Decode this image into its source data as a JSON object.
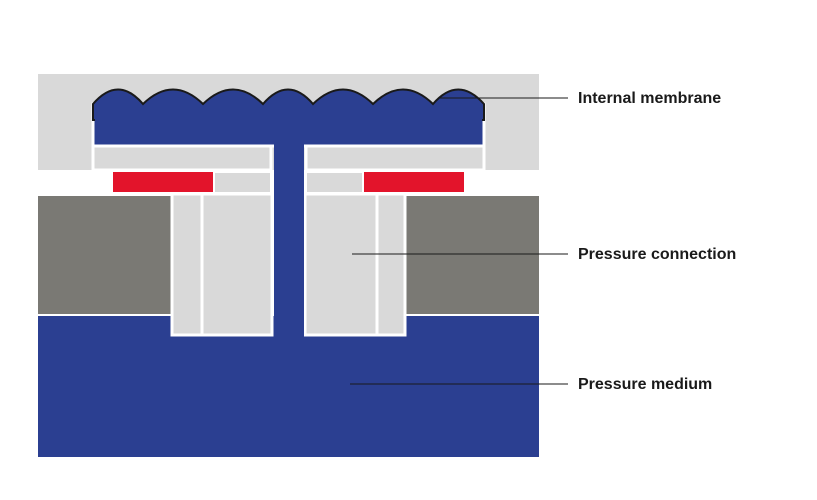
{
  "labels": {
    "internal_membrane": "Internal membrane",
    "pressure_connection": "Pressure connection",
    "pressure_medium": "Pressure medium"
  },
  "colors": {
    "medium_blue": "#2b3f91",
    "housing_light_gray": "#d9d9d9",
    "body_dark_gray": "#7a7974",
    "sensor_red": "#e3142b",
    "leader_line": "#1a1a1a",
    "outline": "#ffffff"
  }
}
